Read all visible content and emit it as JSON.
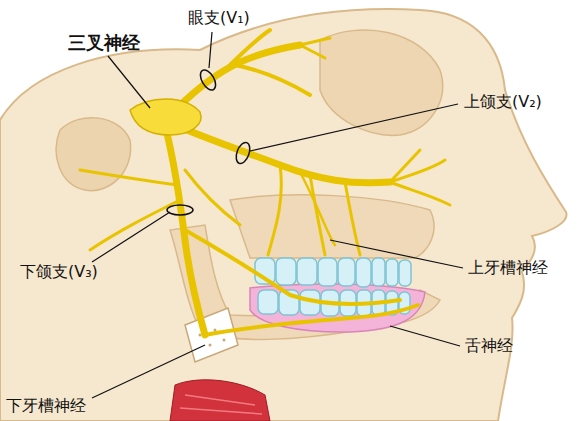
{
  "diagram": {
    "labels": [
      "三叉神经",
      "眼支(V₁)",
      "上颌支(V₂)",
      "上牙槽神经",
      "下颌支(V₃)",
      "舌神经",
      "下牙槽神经"
    ]
  }
}
